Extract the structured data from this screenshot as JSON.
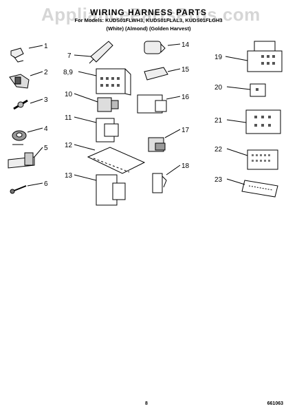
{
  "header": {
    "watermark": "AppliancePartsPros.com",
    "title": "WIRING HARNESS PARTS",
    "models": "For Models: KUDS01FLWH3, KUDS01FLAL3, KUDS01FLGH3",
    "colors": "(White)     (Almond)  (Golden Harvest)"
  },
  "diagram": {
    "labels": [
      "1",
      "2",
      "3",
      "4",
      "5",
      "6",
      "7",
      "8,9",
      "10",
      "11",
      "12",
      "13",
      "14",
      "15",
      "16",
      "17",
      "18",
      "19",
      "20",
      "21",
      "22",
      "23"
    ]
  },
  "footer": {
    "page_number": "8",
    "doc_code": "661063"
  }
}
